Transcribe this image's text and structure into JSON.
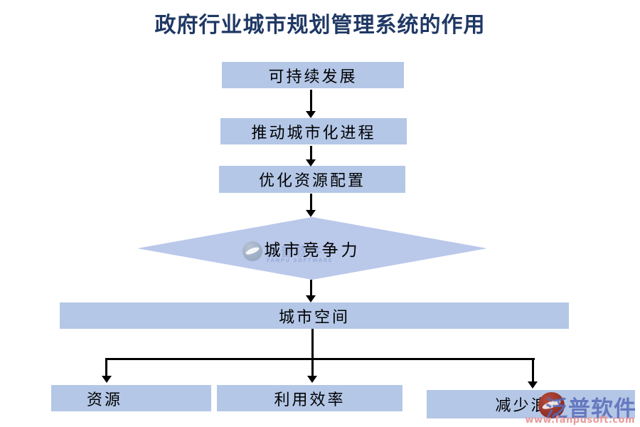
{
  "title": "政府行业城市规划管理系统的作用",
  "nodes": {
    "sustainable": {
      "label": "可持续发展",
      "shape": "rect"
    },
    "urbanization": {
      "label": "推动城市化进程",
      "shape": "rect"
    },
    "optimize": {
      "label": "优化资源配置",
      "shape": "rect"
    },
    "competitiveness": {
      "label": "城市竞争力",
      "shape": "diamond"
    },
    "space": {
      "label": "城市空间",
      "shape": "rect-wide"
    },
    "resources": {
      "label": "资源",
      "shape": "rect"
    },
    "efficiency": {
      "label": "利用效率",
      "shape": "rect"
    },
    "waste": {
      "label": "减少浪费",
      "shape": "rect"
    }
  },
  "edges": [
    {
      "from": "可持续发展",
      "to": "推动城市化进程"
    },
    {
      "from": "推动城市化进程",
      "to": "优化资源配置"
    },
    {
      "from": "优化资源配置",
      "to": "城市竞争力"
    },
    {
      "from": "城市竞争力",
      "to": "城市空间"
    },
    {
      "from": "城市空间",
      "to": "资源"
    },
    {
      "from": "城市空间",
      "to": "利用效率"
    },
    {
      "from": "城市空间",
      "to": "减少浪费"
    }
  ],
  "watermarks": {
    "center": {
      "brand": "泛普软件",
      "brand_en": "FANPU SOFTWARE"
    },
    "bottom_right": {
      "brand": "泛普软件",
      "url": "www.fanpusoft.com"
    }
  },
  "colors": {
    "node_fill": "#b4c7e7",
    "diamond_fill": "#bac8ea",
    "title_text": "#1f3864",
    "node_text": "#000000",
    "arrow": "#000000",
    "watermark_blue": "#586ab6",
    "watermark_salmon": "#e69a9a",
    "watermark_ball_red": "#7c2019",
    "background": "#ffffff"
  }
}
